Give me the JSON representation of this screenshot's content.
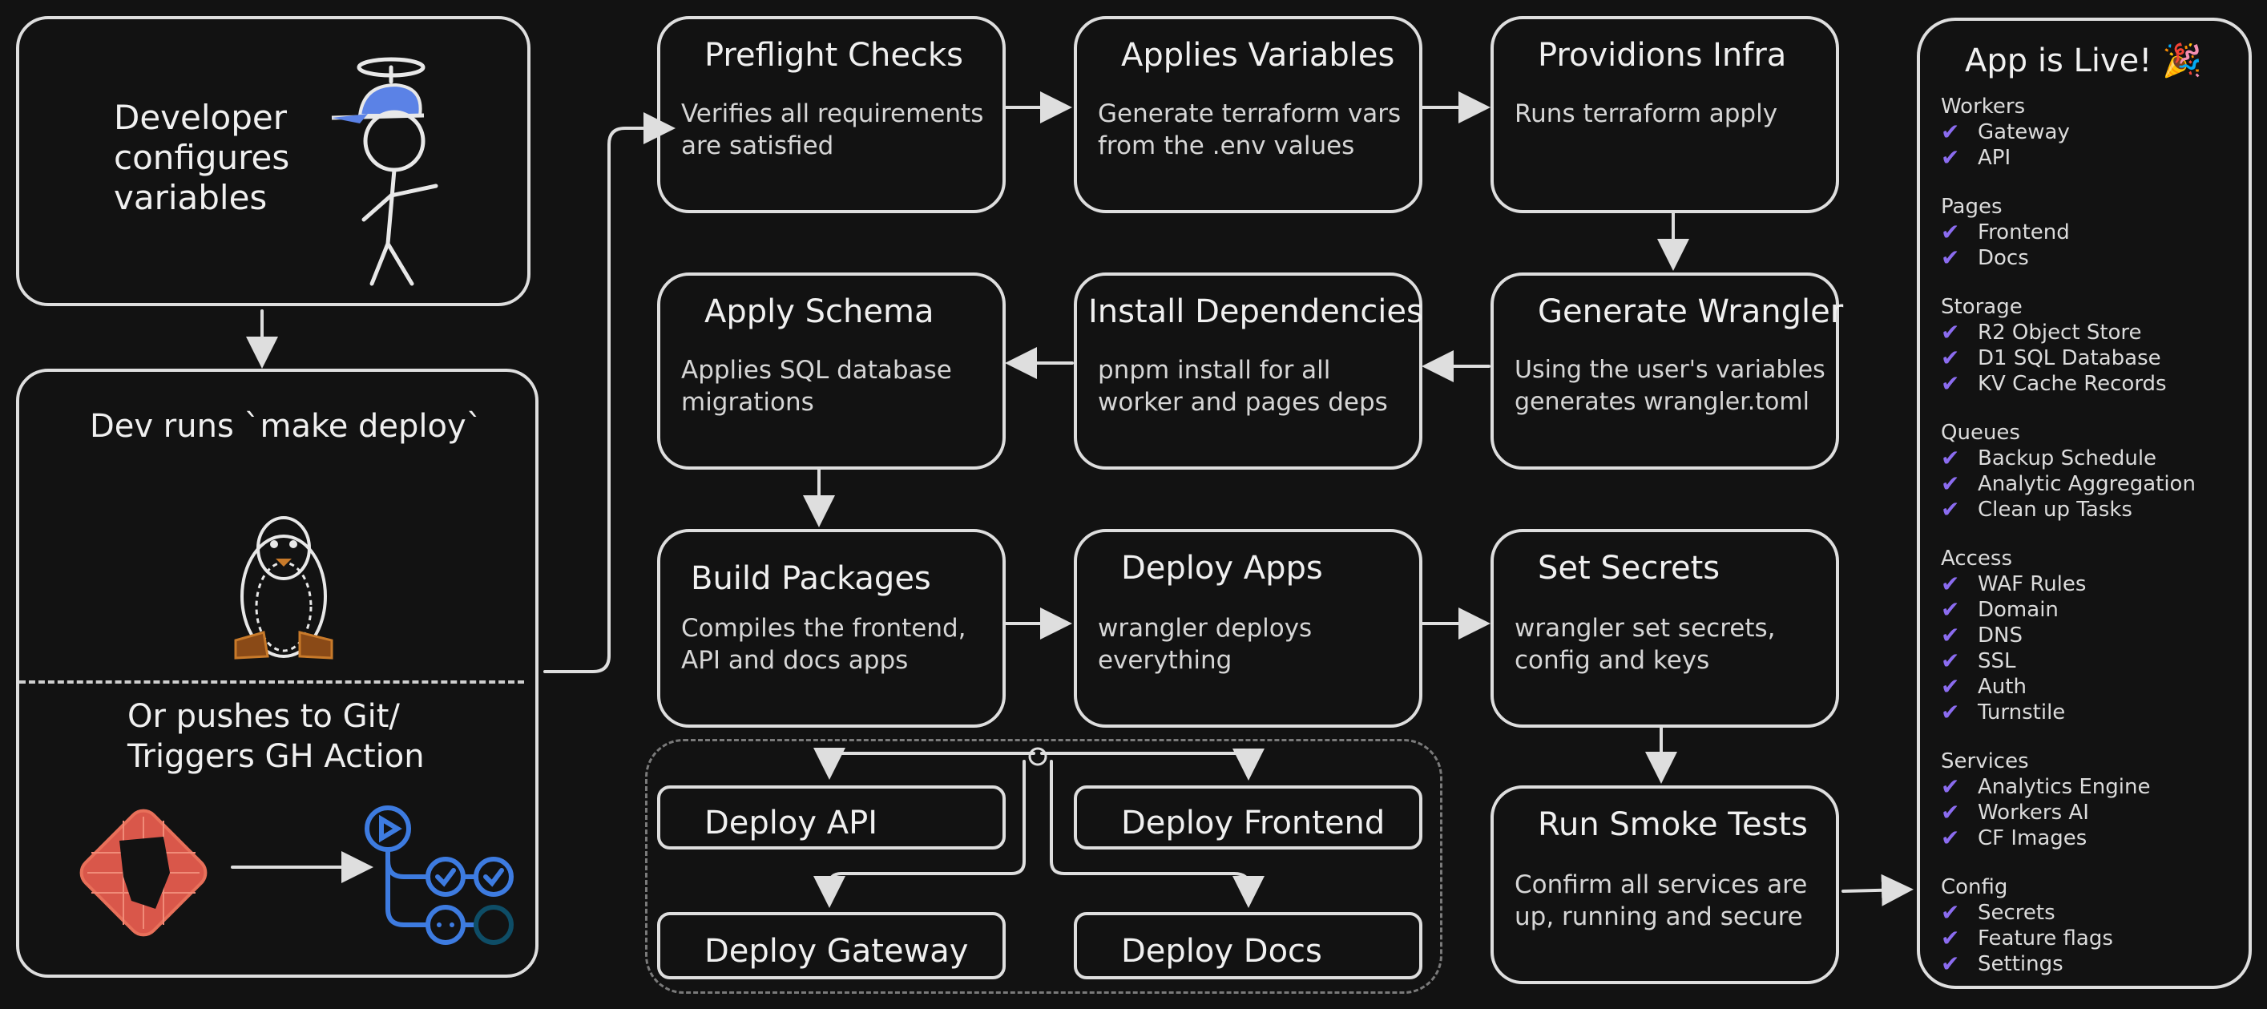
{
  "developer": {
    "text": "Developer\nconfigures\nvariables"
  },
  "dev_runs": {
    "title": "Dev runs `make deploy`",
    "alt": "Or pushes to Git/\nTriggers GH Action"
  },
  "steps": {
    "preflight": {
      "title": "Preflight Checks",
      "desc": "Verifies all requirements\nare satisfied"
    },
    "variables": {
      "title": "Applies Variables",
      "desc": "Generate terraform vars\nfrom the .env values"
    },
    "infra": {
      "title": "Providions Infra",
      "desc": "Runs terraform apply"
    },
    "schema": {
      "title": "Apply Schema",
      "desc": "Applies SQL database\nmigrations"
    },
    "deps": {
      "title": "Install Dependencies",
      "desc": "pnpm install for all\nworker and pages deps"
    },
    "wrangler": {
      "title": "Generate Wrangler",
      "desc": "Using the user's variables\ngenerates wrangler.toml"
    },
    "build": {
      "title": "Build Packages",
      "desc": "Compiles the frontend,\nAPI and docs apps"
    },
    "deploy": {
      "title": "Deploy Apps",
      "desc": "wrangler deploys\neverything"
    },
    "secrets": {
      "title": "Set Secrets",
      "desc": "wrangler set secrets,\nconfig and keys"
    },
    "smoke": {
      "title": "Run Smoke Tests",
      "desc": "Confirm all services are\nup, running and secure"
    }
  },
  "deploy_targets": {
    "api": "Deploy API",
    "frontend": "Deploy Frontend",
    "gateway": "Deploy Gateway",
    "docs": "Deploy Docs"
  },
  "live": {
    "title": "App is Live! 🎉",
    "sections": [
      {
        "heading": "Workers",
        "items": [
          "Gateway",
          "API"
        ]
      },
      {
        "heading": "Pages",
        "items": [
          "Frontend",
          "Docs"
        ]
      },
      {
        "heading": "Storage",
        "items": [
          "R2 Object Store",
          "D1 SQL Database",
          "KV Cache Records"
        ]
      },
      {
        "heading": "Queues",
        "items": [
          "Backup Schedule",
          "Analytic Aggregation",
          "Clean up Tasks"
        ]
      },
      {
        "heading": "Access",
        "items": [
          "WAF Rules",
          "Domain",
          "DNS",
          "SSL",
          "Auth",
          "Turnstile"
        ]
      },
      {
        "heading": "Services",
        "items": [
          "Analytics Engine",
          "Workers AI",
          "CF Images"
        ]
      },
      {
        "heading": "Config",
        "items": [
          "Secrets",
          "Feature flags",
          "Settings"
        ]
      }
    ]
  },
  "colors": {
    "background": "#121212",
    "stroke": "#dedede",
    "check": "#8b6cf0",
    "gitlab": "#e8705a",
    "actions": "#3d7be0",
    "cap": "#5b82e6"
  },
  "icons": [
    "stick-figure-icon",
    "linux-penguin-icon",
    "gitlab-icon",
    "github-actions-icon"
  ]
}
